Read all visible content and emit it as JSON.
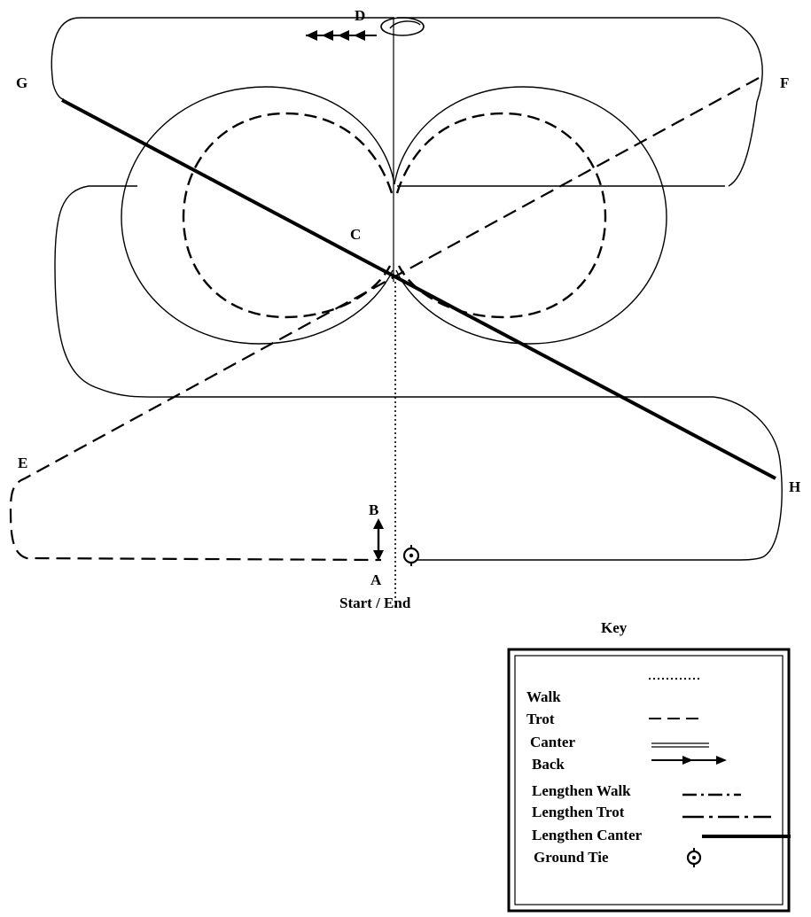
{
  "markers": {
    "A": "A",
    "B": "B",
    "C": "C",
    "D": "D",
    "E": "E",
    "F": "F",
    "G": "G",
    "H": "H"
  },
  "start_end": "Start / End",
  "key": {
    "title": "Key",
    "items": [
      {
        "label": "Walk",
        "style": "dotted"
      },
      {
        "label": "Trot",
        "style": "dashed"
      },
      {
        "label": "Canter",
        "style": "solid"
      },
      {
        "label": "Back",
        "style": "arrow"
      },
      {
        "label": "Lengthen Walk",
        "style": "dash-dot"
      },
      {
        "label": "Lengthen Trot",
        "style": "long-dash-dot"
      },
      {
        "label": "Lengthen Canter",
        "style": "thick-solid"
      },
      {
        "label": "Ground Tie",
        "style": "ground-tie-symbol"
      }
    ]
  }
}
